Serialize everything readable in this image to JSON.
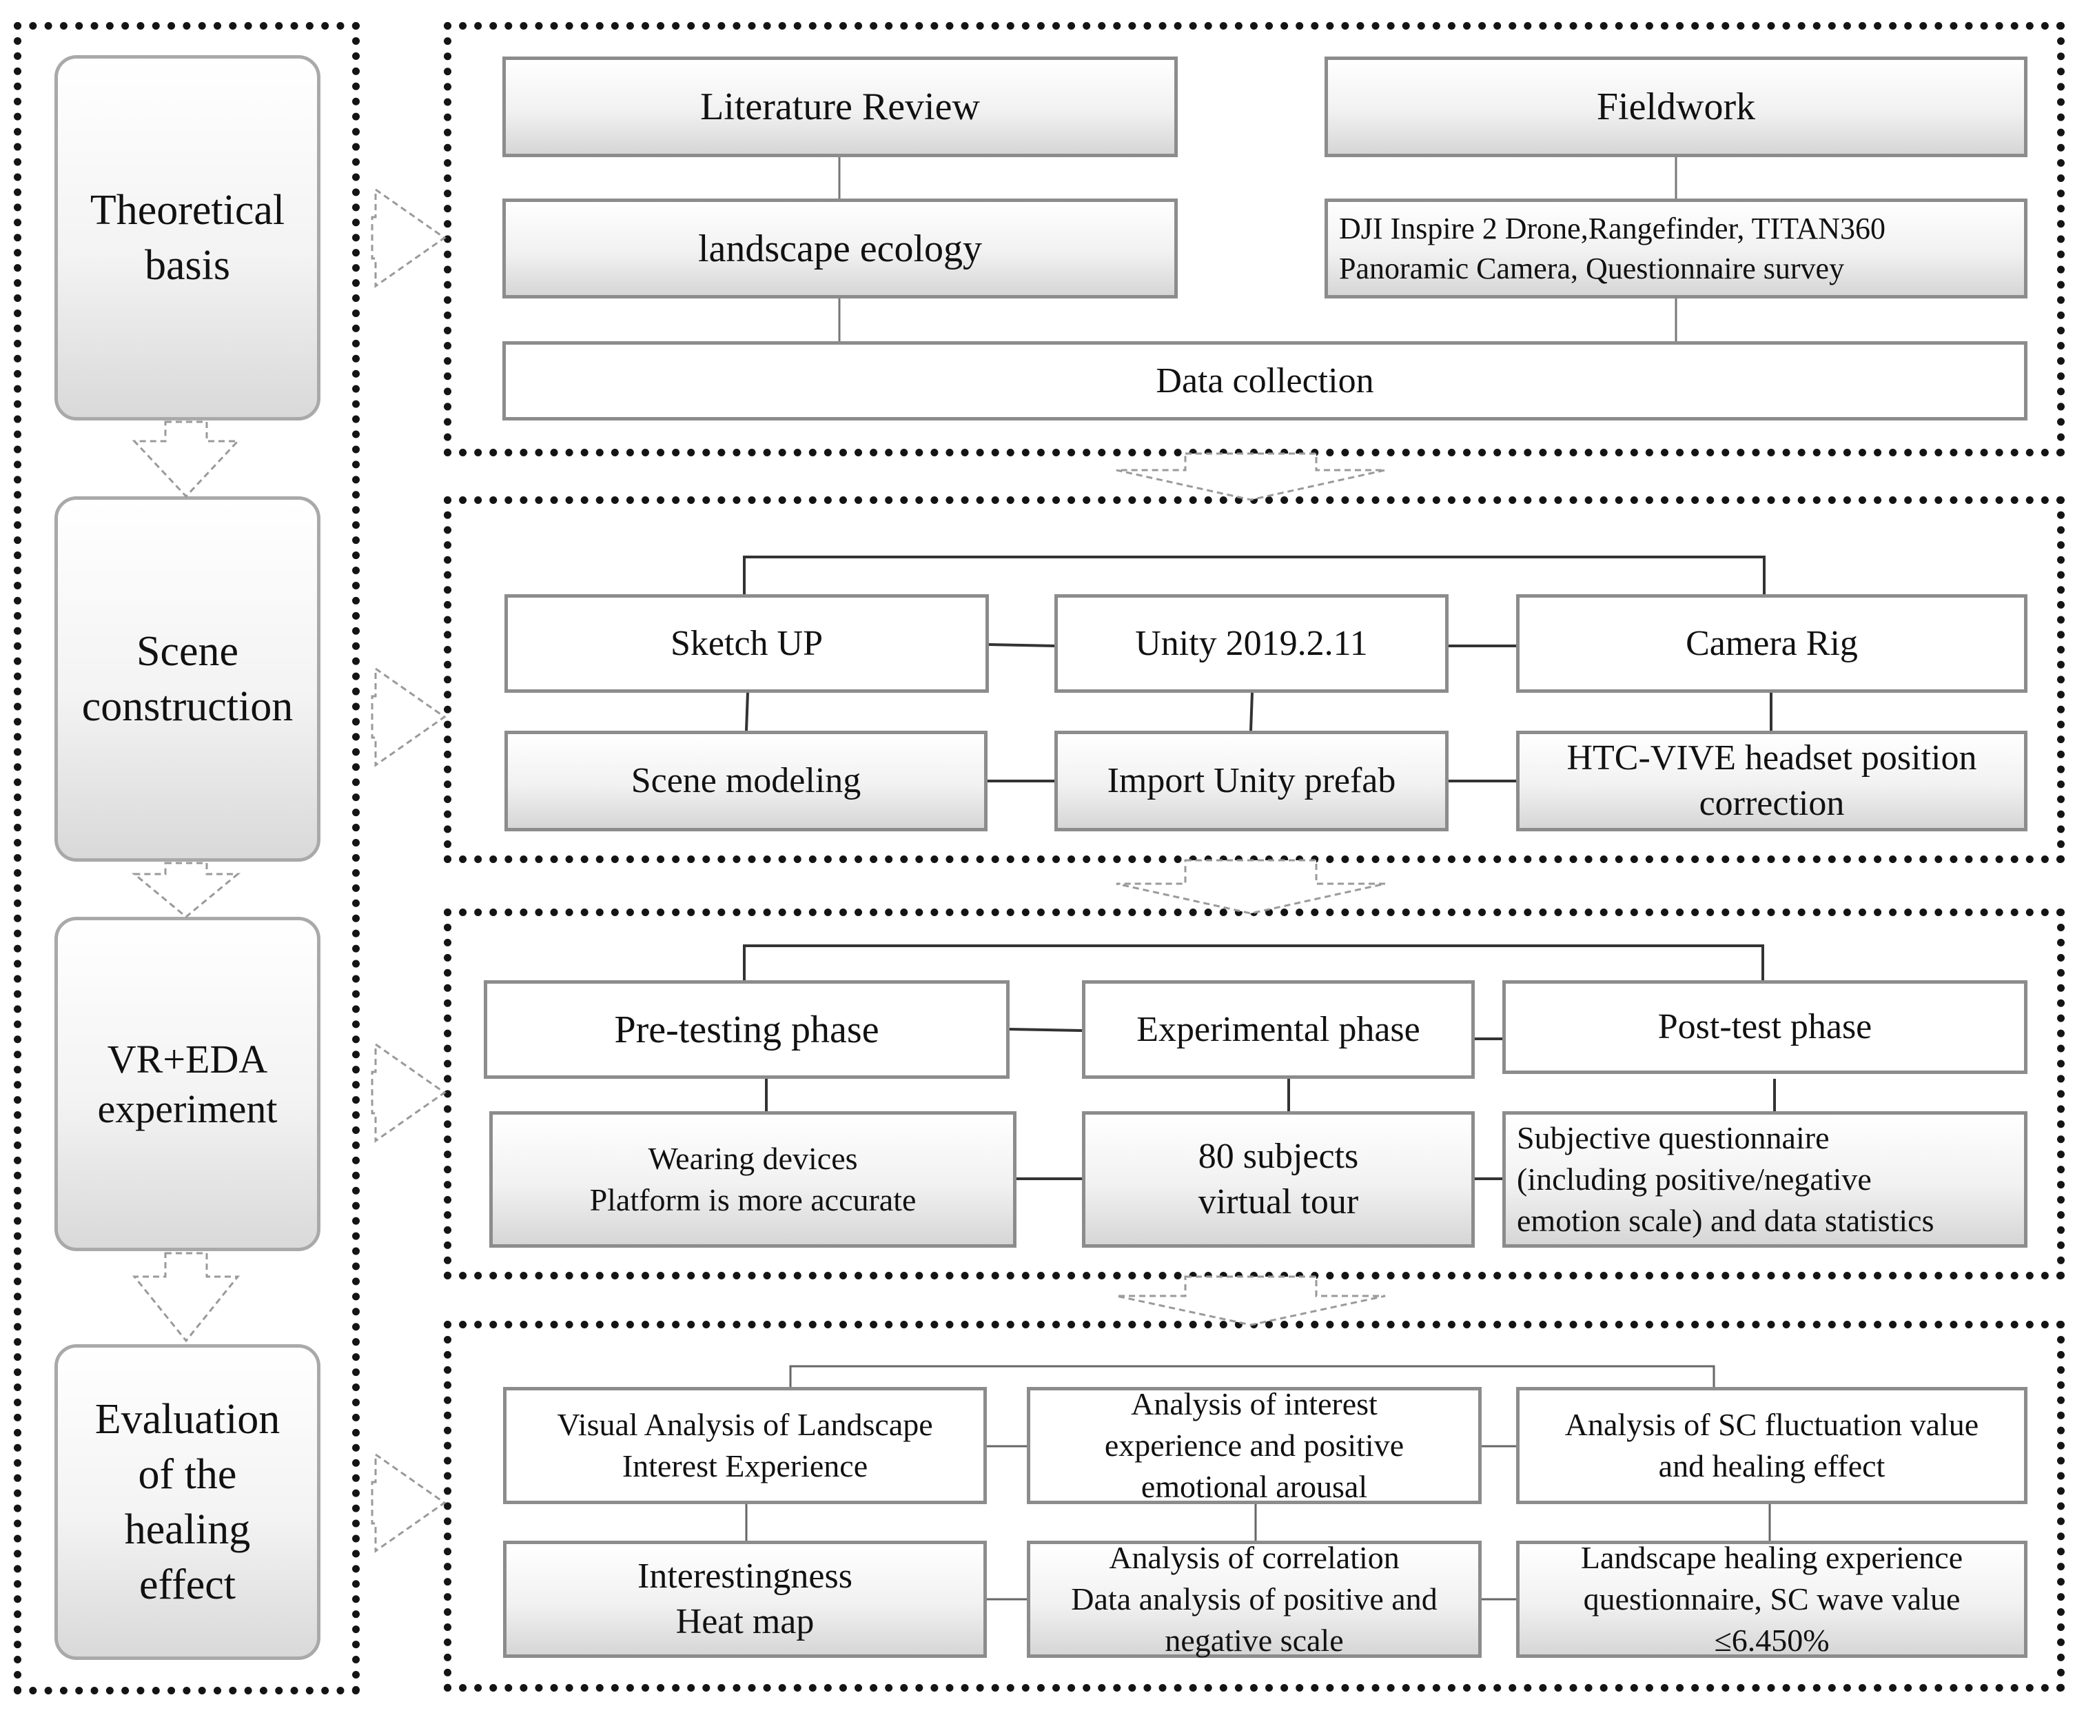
{
  "phases": {
    "theoretical": "Theoretical\nbasis",
    "scene": "Scene\nconstruction",
    "experiment": "VR+EDA\nexperiment",
    "evaluation": "Evaluation\nof the\nhealing\neffect"
  },
  "theory": {
    "literature_review": "Literature Review",
    "fieldwork": "Fieldwork",
    "landscape_ecology": "landscape ecology",
    "equipment": "DJI Inspire 2 Drone,Rangefinder, TITAN360\nPanoramic Camera, Questionnaire survey",
    "data_collection": "Data collection"
  },
  "scene": {
    "sketchup": "Sketch UP",
    "unity": "Unity 2019.2.11",
    "camera_rig": "Camera Rig",
    "scene_modeling": "Scene modeling",
    "import_prefab": "Import Unity prefab",
    "htc_vive": "HTC-VIVE headset position\ncorrection"
  },
  "experiment": {
    "pretesting": "Pre-testing phase",
    "experimental": "Experimental phase",
    "posttest": "Post-test phase",
    "wearing": "Wearing devices\nPlatform is more accurate",
    "subjects": "80 subjects\nvirtual tour",
    "questionnaire": "Subjective questionnaire\n(including positive/negative\nemotion scale) and data statistics"
  },
  "evaluation": {
    "visual_analysis": "Visual Analysis of Landscape\nInterest Experience",
    "interest_analysis": "Analysis of interest\nexperience and positive\nemotional arousal",
    "sc_analysis": "Analysis of SC fluctuation value\nand healing effect",
    "interestingness": "Interestingness\nHeat map",
    "correlation": "Analysis of correlation\nData analysis of positive and\nnegative scale",
    "healing_questionnaire": "Landscape healing experience\nquestionnaire, SC wave value\n≤6.450%"
  }
}
